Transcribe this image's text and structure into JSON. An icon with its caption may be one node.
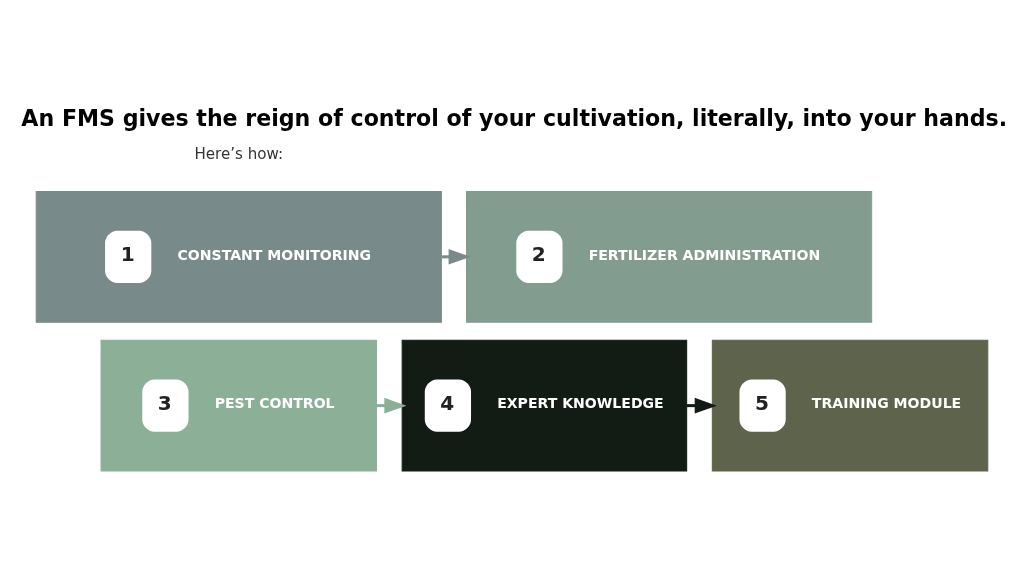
{
  "diagram": {
    "title": "An FMS gives the reign of control of your cultivation, literally, into your hands.",
    "nodes": [
      {
        "text": [
          "1",
          "CONSTANT MONITORING"
        ]
      },
      {
        "text": [
          "2",
          "FERTILIZER ADMINISTRATION"
        ]
      },
      {
        "text": [
          "3",
          "PEST CONTROL"
        ]
      },
      {
        "text": [
          "4",
          "EXPERT KNOWLEDGE"
        ]
      },
      {
        "text": [
          "5",
          "TRAINING MODULE"
        ]
      }
    ],
    "edges": [
      {
        "from": 0,
        "to": 1,
        "arrow": "to",
        "color": "#788a89"
      },
      {
        "from": 2,
        "to": 3,
        "arrow": "to",
        "color": "#8caf98"
      },
      {
        "from": 3,
        "to": 4,
        "arrow": "to",
        "color": "#121c15"
      }
    ],
    "labels": [
      "Here’s how:"
    ]
  }
}
